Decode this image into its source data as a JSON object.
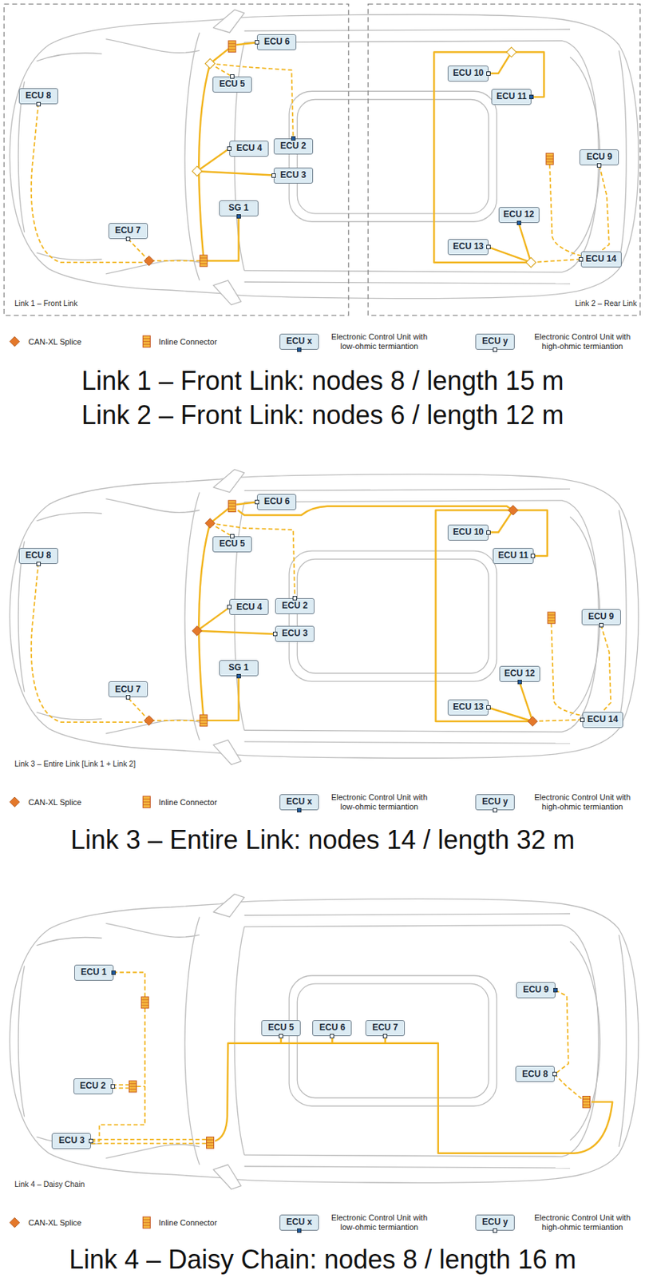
{
  "diagram": {
    "nodes": [
      {
        "text": [
          "ECU 6"
        ]
      },
      {
        "text": [
          "ECU 5"
        ]
      },
      {
        "text": [
          "ECU 8"
        ]
      },
      {
        "text": [
          "ECU 4"
        ]
      },
      {
        "text": [
          "ECU 2"
        ]
      },
      {
        "text": [
          "ECU 3"
        ]
      },
      {
        "text": [
          "SG 1"
        ]
      },
      {
        "text": [
          "ECU 7"
        ]
      },
      {
        "text": [
          "ECU 10"
        ]
      },
      {
        "text": [
          "ECU 11"
        ]
      },
      {
        "text": [
          "ECU 9"
        ]
      },
      {
        "text": [
          "ECU 12"
        ]
      },
      {
        "text": [
          "ECU 13"
        ]
      },
      {
        "text": [
          "ECU 14"
        ]
      },
      {
        "text": [
          "ECU 6"
        ]
      },
      {
        "text": [
          "ECU 5"
        ]
      },
      {
        "text": [
          "ECU 8"
        ]
      },
      {
        "text": [
          "ECU 4"
        ]
      },
      {
        "text": [
          "ECU 2"
        ]
      },
      {
        "text": [
          "ECU 3"
        ]
      },
      {
        "text": [
          "SG 1"
        ]
      },
      {
        "text": [
          "ECU 7"
        ]
      },
      {
        "text": [
          "ECU 10"
        ]
      },
      {
        "text": [
          "ECU 11"
        ]
      },
      {
        "text": [
          "ECU 9"
        ]
      },
      {
        "text": [
          "ECU 12"
        ]
      },
      {
        "text": [
          "ECU 13"
        ]
      },
      {
        "text": [
          "ECU 14"
        ]
      },
      {
        "text": [
          "ECU 1"
        ]
      },
      {
        "text": [
          "ECU 9"
        ]
      },
      {
        "text": [
          "ECU 5"
        ]
      },
      {
        "text": [
          "ECU 6"
        ]
      },
      {
        "text": [
          "ECU 7"
        ]
      },
      {
        "text": [
          "ECU 8"
        ]
      },
      {
        "text": [
          "ECU 2"
        ]
      },
      {
        "text": [
          "ECU 3"
        ]
      }
    ],
    "labels": [
      "Link 1 – Front Link",
      "Link 2 – Rear Link",
      "ECU x",
      "ECU y",
      "Link 1 – Front Link: nodes 8 / length 15 m",
      "Link 2 – Front Link: nodes 6 / length 12 m",
      "Link 3 – Entire Link [Link 1 + Link 2]",
      "ECU x",
      "ECU y",
      "Link 3 – Entire Link: nodes 14 / length 32 m",
      "Link 4 – Daisy Chain",
      "ECU x",
      "ECU y",
      "Link 4 – Daisy Chain: nodes 8 / length 16 m"
    ],
    "legend": [
      {
        "text": "CAN-XL Splice"
      },
      {
        "text": "Inline Connector"
      },
      {
        "text": "Electronic Control Unit with low-ohmic termiantion"
      },
      {
        "text": "Electronic Control Unit with high-ohmic termiantion"
      },
      {
        "text": "CAN-XL Splice"
      },
      {
        "text": "Inline Connector"
      },
      {
        "text": "Electronic Control Unit with low-ohmic termiantion"
      },
      {
        "text": "Electronic Control Unit with high-ohmic termiantion"
      },
      {
        "text": "CAN-XL Splice"
      },
      {
        "text": "Inline Connector"
      },
      {
        "text": "Electronic Control Unit with low-ohmic termiantion"
      },
      {
        "text": "Electronic Control Unit with high-ohmic termiantion"
      }
    ]
  }
}
